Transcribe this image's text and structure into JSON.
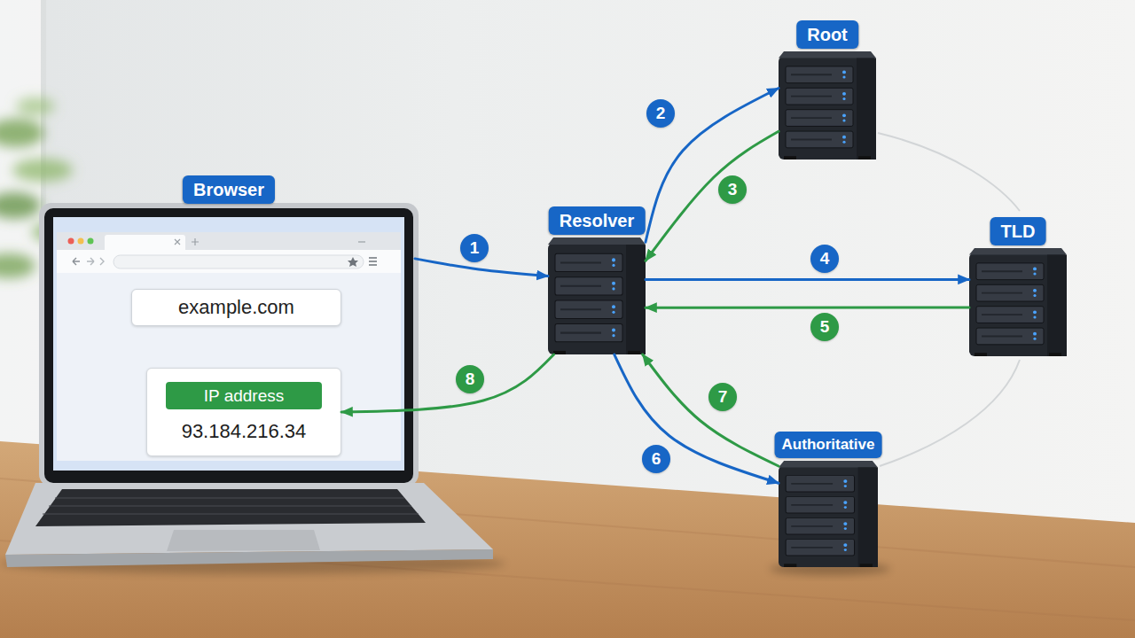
{
  "diagram": {
    "nodes": [
      {
        "text": [
          "Browser"
        ]
      },
      {
        "text": [
          "example.com"
        ],
        "in": 0
      },
      {
        "text": [
          "IP address",
          "93.184.216.34"
        ],
        "in": 0
      },
      {
        "text": [
          "Resolver"
        ]
      },
      {
        "text": [
          "Root"
        ]
      },
      {
        "text": [
          "TLD"
        ]
      },
      {
        "text": [
          "Authoritative"
        ]
      }
    ],
    "edges": [
      {
        "from": 0,
        "to": 3,
        "arrow": "to",
        "label": "1"
      },
      {
        "from": 3,
        "to": 4,
        "arrow": "to",
        "label": "2"
      },
      {
        "from": 4,
        "to": 3,
        "arrow": "to",
        "label": "3"
      },
      {
        "from": 3,
        "to": 5,
        "arrow": "to",
        "label": "4"
      },
      {
        "from": 5,
        "to": 3,
        "arrow": "to",
        "label": "5"
      },
      {
        "from": 3,
        "to": 6,
        "arrow": "to",
        "label": "6"
      },
      {
        "from": 6,
        "to": 3,
        "arrow": "to",
        "label": "7"
      },
      {
        "from": 3,
        "to": 2,
        "arrow": "to",
        "label": "8"
      }
    ]
  }
}
